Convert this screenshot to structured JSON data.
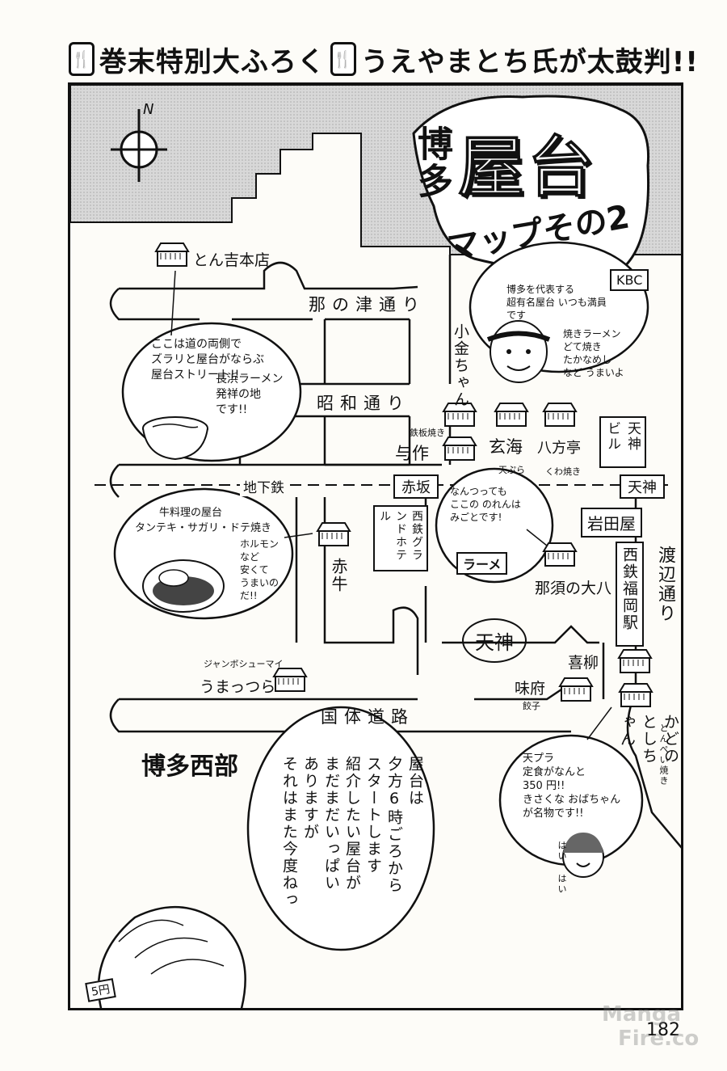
{
  "header": {
    "left_icon": "fork-knife-icon",
    "left_title": "巻末特別大ふろく",
    "right_icon": "fork-knife-icon",
    "right_title": "うえやまとち氏が太鼓判!!"
  },
  "title": {
    "city": "博多",
    "main": "屋台",
    "sub": "マップその2"
  },
  "compass": {
    "label": "N"
  },
  "roads": {
    "nanotsu": "那の津通り",
    "showa": "昭和通り",
    "subway": "地下鉄",
    "kokutai": "国体道路",
    "watanabe": "渡辺通り"
  },
  "stations": {
    "akasaka": "赤坂",
    "tenjin_st": "天神"
  },
  "buildings": {
    "kbc": "KBC",
    "tenjin_bldg": "天神ビル",
    "nishitetsu_grand": "西鉄グランドホテル",
    "iwataya": "岩田屋",
    "nishitetsu_fukuoka": "西鉄福岡駅"
  },
  "areas": {
    "tenjin": "天神",
    "hakata_seibu": "博多西部"
  },
  "stalls": {
    "tonkichi": "とん吉本店",
    "kogane": "小金ちゃん",
    "teppanyaki_note": "鉄板焼き",
    "yosaku": "与作",
    "genkai": "玄海",
    "tempura_note": "天ぷら",
    "happotei": "八方亭",
    "kuwayaki_note": "くわ焼き",
    "akagyu": "赤牛",
    "nasunoohachi": "那須の大八",
    "kiryu": "喜柳",
    "ajifu": "味府",
    "gyoza_note": "餃子",
    "umakkora": "うまっつら",
    "jumbo_note": "ジャンボシューマイ",
    "kadono": "かどのとしちゃん",
    "tonpei_note": "とんぺい焼き"
  },
  "bubbles": {
    "street": [
      "ここは道の両側で",
      "ズラリと屋台がならぶ",
      "屋台ストリート!!"
    ],
    "nagahama": [
      "長浜ラーメン",
      "発祥の地",
      "です!!"
    ],
    "kogane_note": [
      "博多を代表する",
      "超有名屋台 いつも満員",
      "です"
    ],
    "kogane_menu": [
      "焼きラーメン",
      "どて焼き",
      "たかなめし",
      "など うまいよ"
    ],
    "beef": [
      "牛料理の屋台",
      "タンテキ・サガリ・ドテ焼き"
    ],
    "horumon": [
      "ホルモン",
      "など",
      "安くて",
      "うまいの",
      "だ!!"
    ],
    "noren": [
      "なんつっても",
      "ここの のれんは",
      "みごとです!"
    ],
    "noren_sign": "ラーメ",
    "tempura": [
      "天プラ",
      "定食がなんと",
      "350 円!!",
      "きさくな おばちゃん",
      "が名物です!!"
    ],
    "obachan": [
      "はい",
      "はい"
    ],
    "closing": [
      "屋台は",
      "夕方6時ごろから",
      "スタートします",
      "紹介したい屋台が",
      "まだまだいっぱい",
      "ありますが",
      "それはまた今度ねっ"
    ]
  },
  "misc": {
    "sign_5en": "5円",
    "page_number": "182",
    "watermark_top": "Manga",
    "watermark_bottom": "Fire.co"
  }
}
